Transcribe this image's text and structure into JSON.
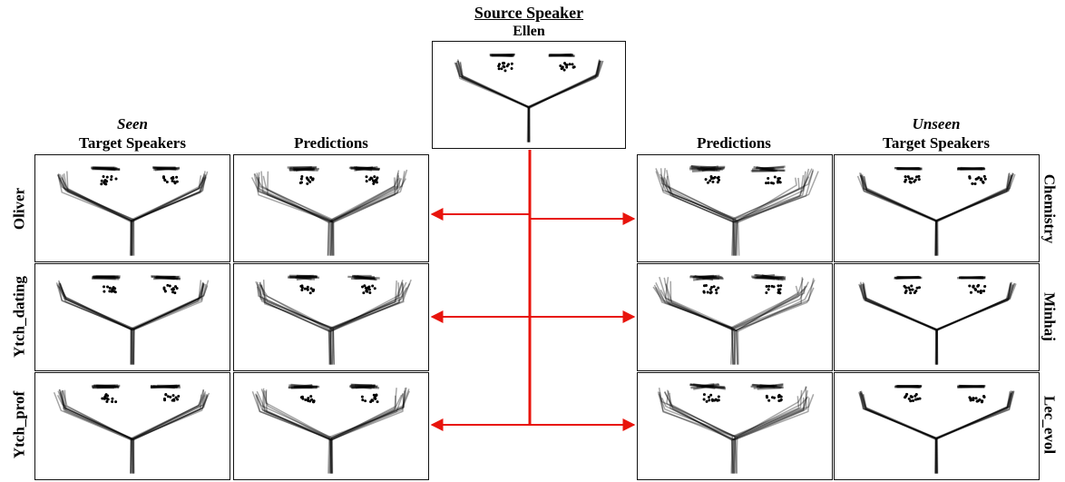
{
  "source": {
    "heading": "Source Speaker",
    "name": "Ellen"
  },
  "left_headers": {
    "seen_word": "Seen",
    "target": "Target Speakers",
    "predictions": "Predictions"
  },
  "right_headers": {
    "predictions": "Predictions",
    "unseen_word": "Unseen",
    "target": "Target Speakers"
  },
  "seen_speakers": [
    "Oliver",
    "Ytch_dating",
    "Ytch_prof"
  ],
  "unseen_speakers": [
    "Chemistry",
    "Minhaj",
    "Lec_evol"
  ],
  "colors": {
    "arrow": "#e8140c",
    "pose": "#000000"
  }
}
